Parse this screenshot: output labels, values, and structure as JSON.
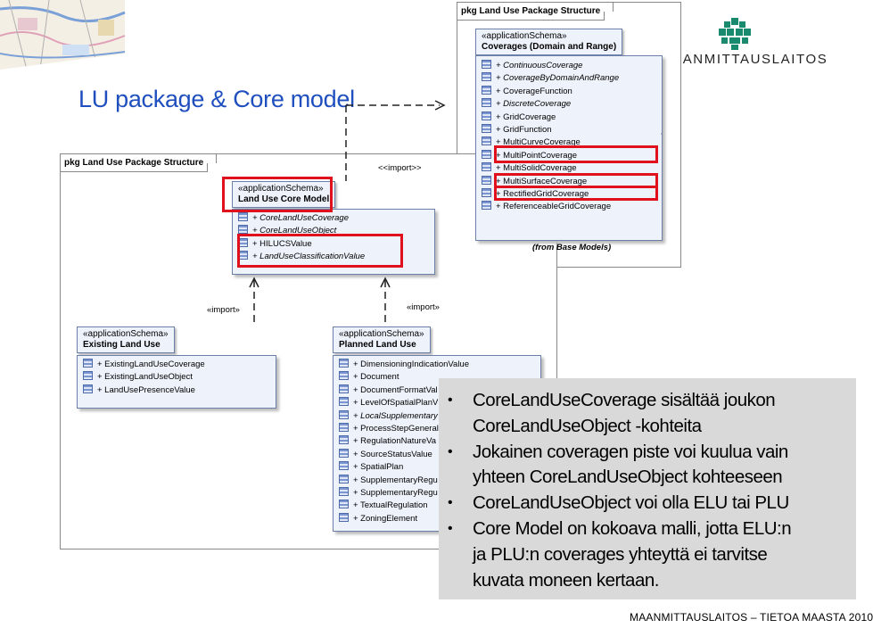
{
  "title": "LU package & Core model",
  "logo": {
    "text": "MAANMITTAUSLAITOS",
    "icon": "leaf-circle-icon",
    "color": "#1a8a6e"
  },
  "footer": "MAANMITTAUSLAITOS – TIETOA MAASTA 2010",
  "frames": {
    "top": {
      "label": "pkg Land Use Package Structure"
    },
    "main": {
      "label": "pkg Land Use Package Structure"
    }
  },
  "coverages": {
    "stereotype": "«applicationSchema»",
    "name": "Coverages (Domain and Range)",
    "items": [
      "+ ContinuousCoverage",
      "+ CoverageByDomainAndRange",
      "+ CoverageFunction",
      "+ DiscreteCoverage",
      "+ GridCoverage",
      "+ GridFunction",
      "+ MultiCurveCoverage",
      "+ MultiPointCoverage",
      "+ MultiSolidCoverage",
      "+ MultiSurfaceCoverage",
      "+ RectifiedGridCoverage",
      "+ ReferenceableGridCoverage"
    ],
    "footnote": "(from Base Models)"
  },
  "core": {
    "stereotype": "«applicationSchema»",
    "name": "Land Use Core Model",
    "items": [
      "+ CoreLandUseCoverage",
      "+ CoreLandUseObject",
      "+ HILUCSValue",
      "+ LandUseClassificationValue"
    ]
  },
  "existing": {
    "stereotype": "«applicationSchema»",
    "name": "Existing Land Use",
    "items": [
      "+ ExistingLandUseCoverage",
      "+ ExistingLandUseObject",
      "+ LandUsePresenceValue"
    ]
  },
  "planned": {
    "stereotype": "«applicationSchema»",
    "name": "Planned Land Use",
    "items": [
      "+ DimensioningIndicationValue",
      "+ Document",
      "+ DocumentFormatVal",
      "+ LevelOfSpatialPlanV",
      "+ LocalSupplementary",
      "+ ProcessStepGeneralV",
      "+ RegulationNatureVa",
      "+ SourceStatusValue",
      "+ SpatialPlan",
      "+ SupplementaryRegu",
      "+ SupplementaryRegu",
      "+ TextualRegulation",
      "+ ZoningElement"
    ]
  },
  "imports": {
    "top": "<<import>>",
    "left": "«import»",
    "right": "«import»"
  },
  "bullets": [
    "CoreLandUseCoverage sisältää joukon",
    "CoreLandUseObject -kohteita",
    "Jokainen coveragen piste voi kuulua vain",
    "yhteen CoreLandUseObject kohteeseen",
    "CoreLandUseObject voi olla ELU tai PLU",
    "Core Model on kokoava malli, jotta ELU:n",
    "ja PLU:n coverages yhteyttä ei tarvitse",
    "kuvata moneen kertaan."
  ],
  "colors": {
    "title": "#1f4fbf",
    "highlight": "#e0101c",
    "panel": "#d9d9d9"
  }
}
